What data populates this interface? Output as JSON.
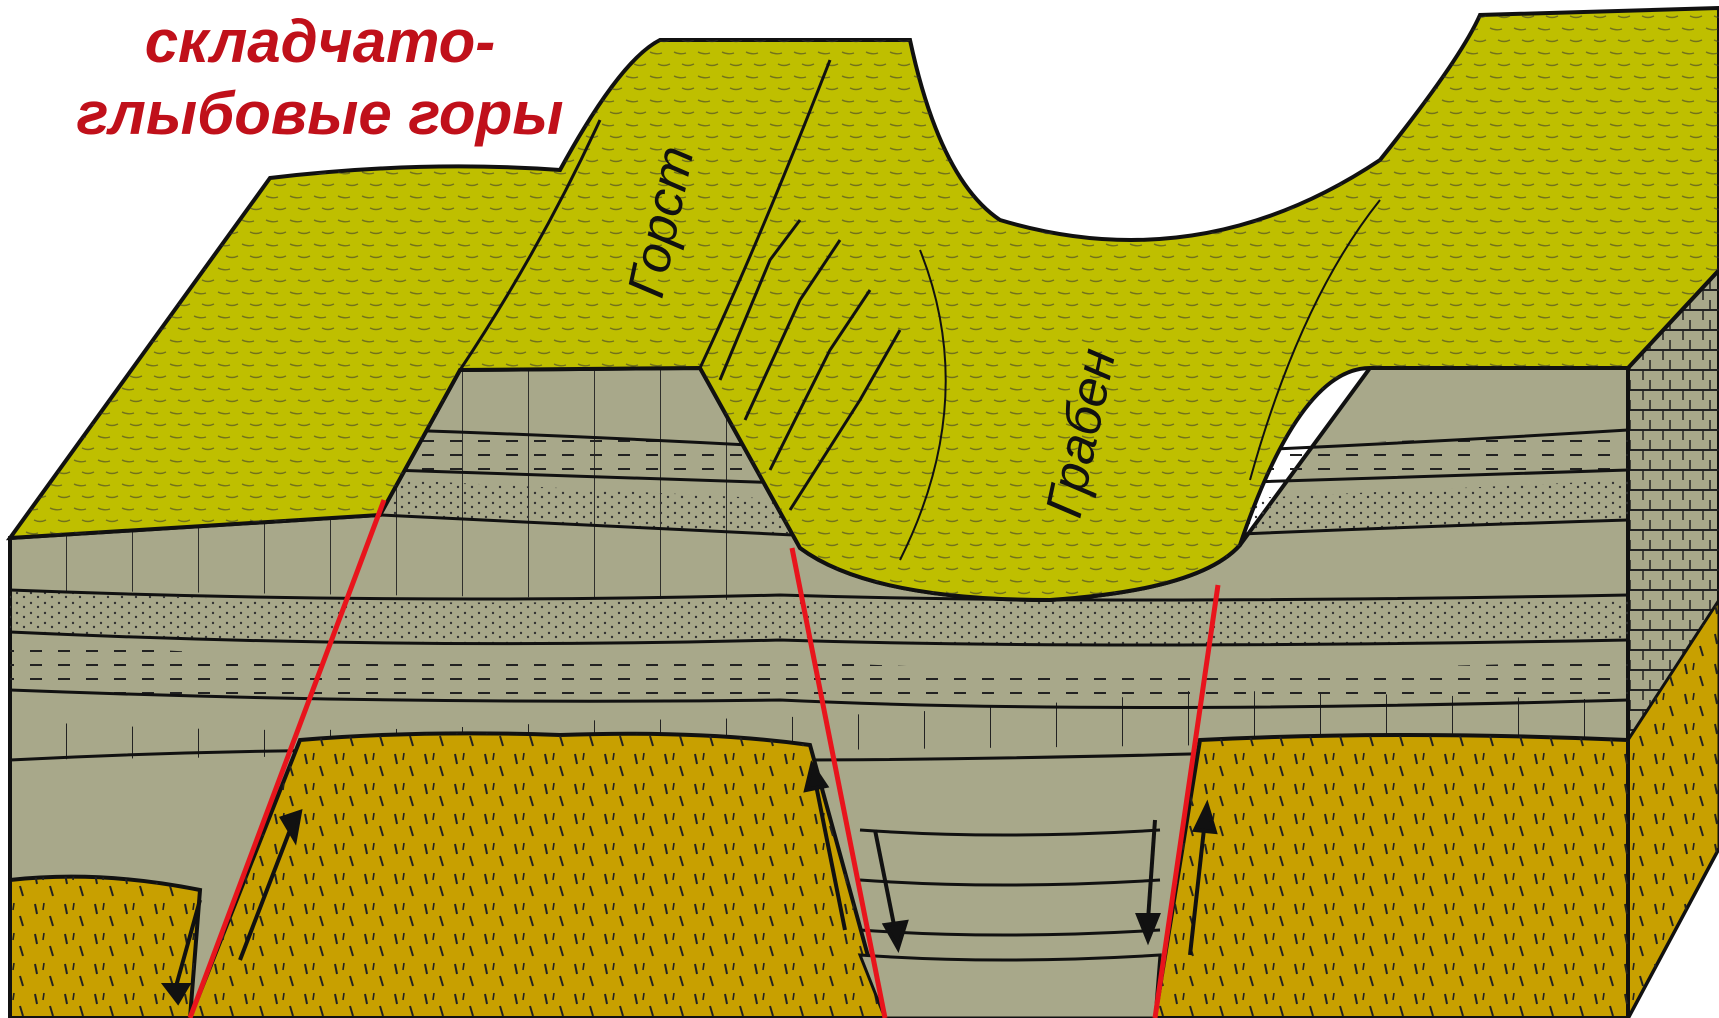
{
  "title": {
    "line1": "складчато-",
    "line2": "глыбовые горы"
  },
  "labels": {
    "horst": "Горст",
    "graben": "Грабен"
  },
  "colors": {
    "surface": "#bfbf00",
    "strata": "#a8a88a",
    "basement": "#c8a000",
    "fault": "#e8141c",
    "title": "#c0101a",
    "outline": "#111111"
  }
}
